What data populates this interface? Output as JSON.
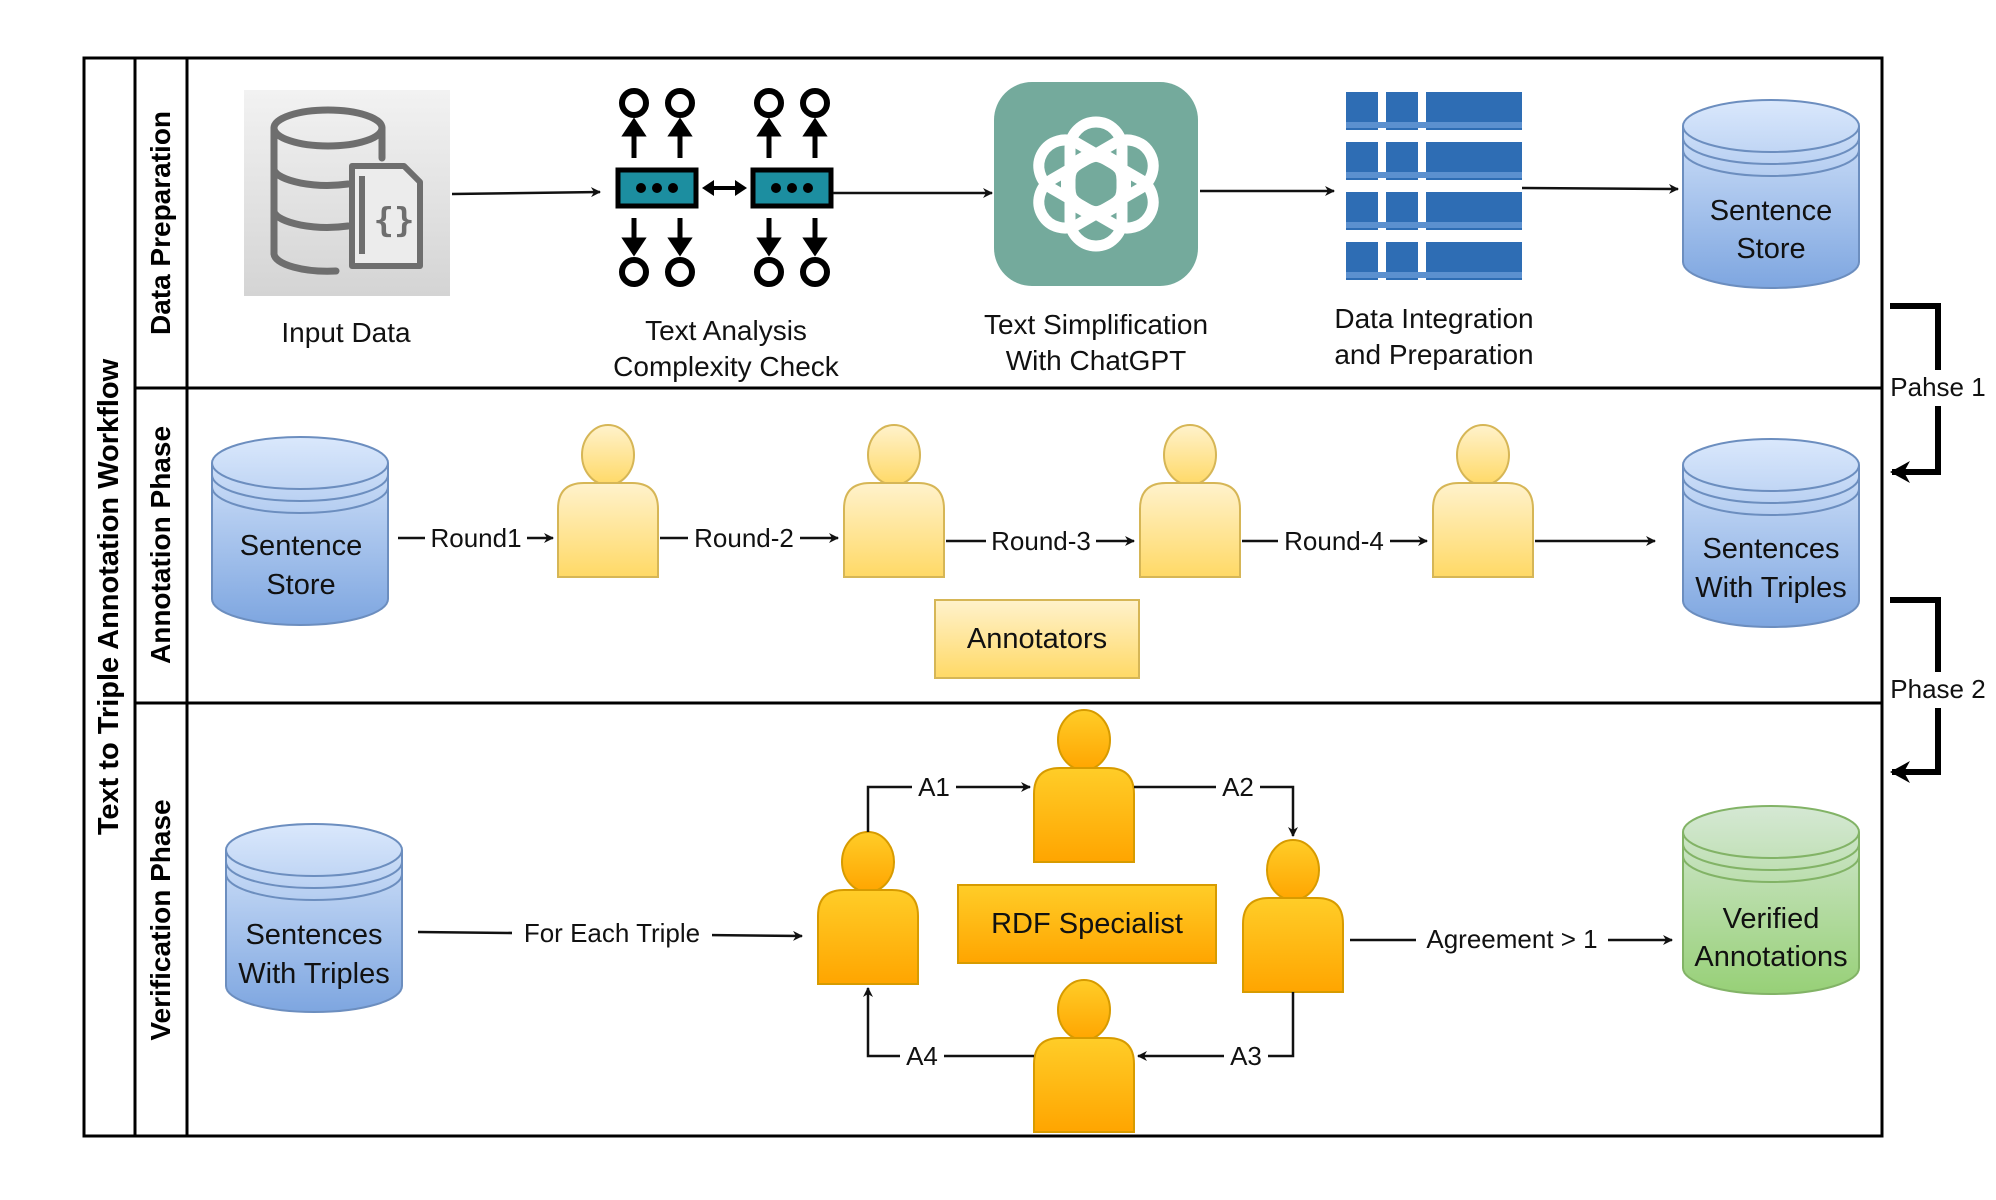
{
  "workflow_title": "Text to Triple Annotation Workflow",
  "lanes": [
    {
      "title": "Data Preparation"
    },
    {
      "title": "Annotation Phase"
    },
    {
      "title": "Verification Phase"
    }
  ],
  "data_prep": {
    "input_data": "Input Data",
    "text_analysis_1": "Text Analysis",
    "text_analysis_2": "Complexity Check",
    "simplification_1": "Text Simplification",
    "simplification_2": "With ChatGPT",
    "integration_1": "Data Integration",
    "integration_2": "and Preparation",
    "store_1": "Sentence",
    "store_2": "Store"
  },
  "annotation": {
    "store_1": "Sentence",
    "store_2": "Store",
    "round1": "Round1",
    "round2": "Round-2",
    "round3": "Round-3",
    "round4": "Round-4",
    "annotators": "Annotators",
    "output_1": "Sentences",
    "output_2": "With Triples"
  },
  "verification": {
    "input_1": "Sentences",
    "input_2": "With Triples",
    "for_each": "For Each Triple",
    "a1": "A1",
    "a2": "A2",
    "a3": "A3",
    "a4": "A4",
    "specialist": "RDF Specialist",
    "agreement": "Agreement > 1",
    "output_1": "Verified",
    "output_2": "Annotations"
  },
  "phase_links": {
    "phase1": "Pahse 1",
    "phase2": "Phase 2"
  },
  "colors": {
    "blue_top": "#dae8fc",
    "blue_bottom": "#7ea6e0",
    "yellow_top": "#fff2cc",
    "yellow_bottom": "#ffd966",
    "orange_top": "#ffcd28",
    "orange_bottom": "#ffa500",
    "green_top": "#d5e8d4",
    "green_bottom": "#97d077",
    "chatgpt": "#74aa9c",
    "integration": "#2e6db4",
    "teal": "#1c8ea0"
  }
}
